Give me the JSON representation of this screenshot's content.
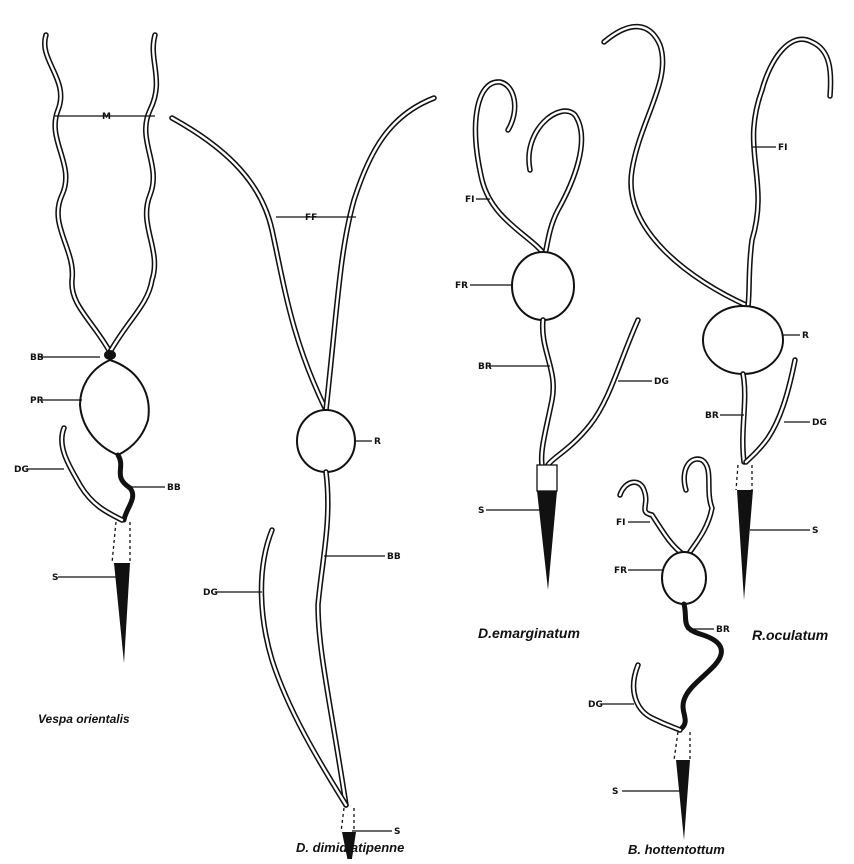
{
  "specimens": [
    {
      "name": "Vespa orientalis",
      "labels": {
        "filament_top": "M",
        "junction": "BB",
        "reservoir": "PR",
        "dufour": "DG",
        "duct": "BB",
        "sting": "S"
      }
    },
    {
      "name": "D. dimidiatipenne",
      "labels": {
        "filament": "FF",
        "reservoir": "R",
        "duct": "BB",
        "dufour": "DG",
        "sting": "S"
      }
    },
    {
      "name": "D.emarginatum",
      "labels": {
        "filament": "FI",
        "reservoir": "FR",
        "duct": "BR",
        "dufour": "DG",
        "sting": "S"
      }
    },
    {
      "name": "R.oculatum",
      "labels": {
        "filament": "FI",
        "reservoir": "R",
        "duct": "BR",
        "dufour": "DG",
        "sting": "S"
      }
    },
    {
      "name": "B. hottentottum",
      "labels": {
        "filament": "FI",
        "reservoir": "FR",
        "duct": "BR",
        "dufour": "DG",
        "sting": "S"
      }
    }
  ]
}
